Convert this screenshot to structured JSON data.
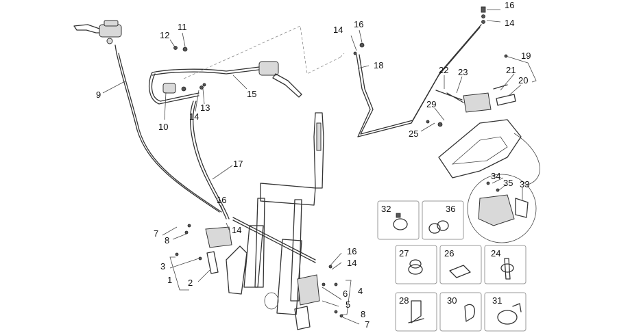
{
  "diagram": {
    "labels": [
      "1",
      "2",
      "3",
      "4",
      "5",
      "6",
      "7",
      "7",
      "8",
      "8",
      "9",
      "10",
      "11",
      "12",
      "13",
      "14",
      "14",
      "14",
      "14",
      "14",
      "15",
      "16",
      "16",
      "16",
      "16",
      "17",
      "18",
      "19",
      "20",
      "21",
      "22",
      "23",
      "24",
      "25",
      "26",
      "27",
      "28",
      "29",
      "30",
      "31",
      "32",
      "33",
      "34",
      "35",
      "36"
    ]
  }
}
